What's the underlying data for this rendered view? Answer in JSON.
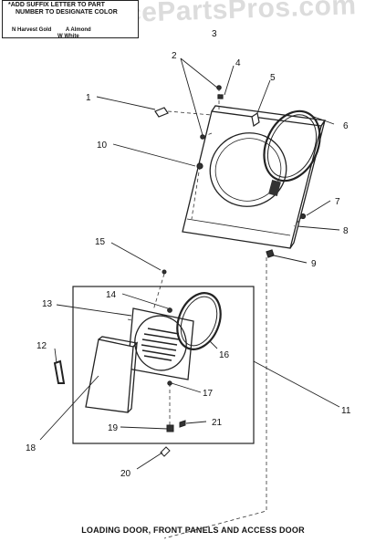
{
  "legend": {
    "title_line1": "*ADD SUFFIX LETTER TO PART",
    "title_line2": "NUMBER TO DESIGNATE COLOR",
    "items": [
      "N Harvest Gold",
      "A Almond",
      "W White"
    ]
  },
  "watermark": "AppliancePartsPros.com",
  "caption": "LOADING DOOR, FRONT PANELS AND ACCESS DOOR",
  "callouts": [
    "1",
    "2",
    "3",
    "4",
    "5",
    "6",
    "7",
    "8",
    "9",
    "10",
    "11",
    "12",
    "13",
    "14",
    "15",
    "16",
    "17",
    "18",
    "19",
    "20",
    "21"
  ]
}
